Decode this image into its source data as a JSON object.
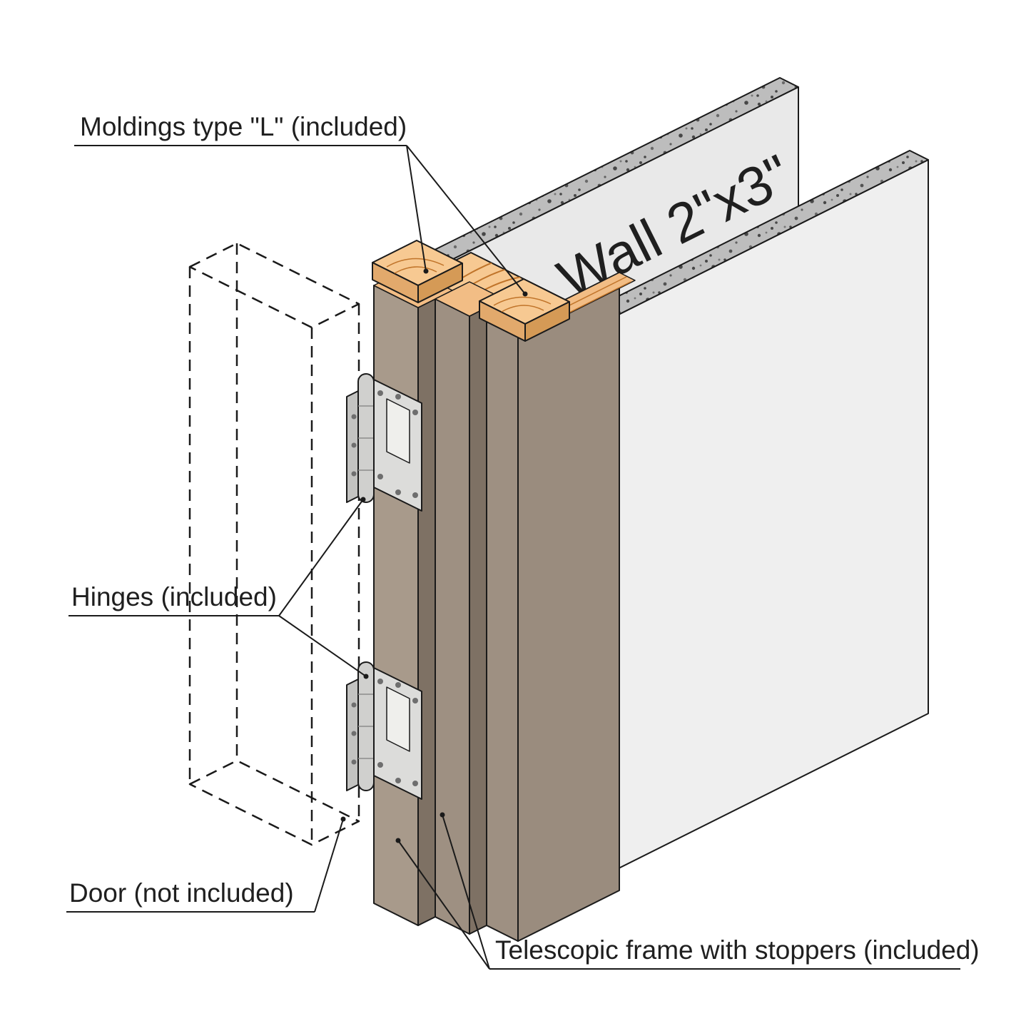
{
  "labels": {
    "moldings": "Moldings type \"L\" (included)",
    "hinges": "Hinges (included)",
    "door": "Door (not included)",
    "telescopic": "Telescopic frame with stoppers (included)"
  },
  "wall_label": "Wall 2\"x3\"",
  "colors": {
    "background": "#ffffff",
    "line": "#1a1a1a",
    "text": "#1f1f1f",
    "wall_face": "#efefef",
    "wall_face_back": "#e9e9e9",
    "stipple_base": "#bdbdbd",
    "stipple_speck": "#474747",
    "wood": "#f7c992",
    "wood_top": "#f2bd85",
    "wood_side": "#e2a96c",
    "wood_side2": "#d59a56",
    "wood_grain": "#c0742a",
    "groove": "#5a4026",
    "frame_light": "#a89a8b",
    "frame_mid": "#9e9082",
    "frame_dark": "#7e7164",
    "frame_ext": "#9a8c7e",
    "metal": "#dcdcda",
    "metal_mid": "#d0d0ce",
    "metal_dark": "#c3c3c1",
    "cutout": "#efefec",
    "hole": "#6e6e6e",
    "knuckle_line": "#8c8c8c"
  }
}
